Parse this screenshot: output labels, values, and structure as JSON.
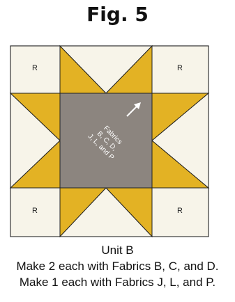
{
  "figure": {
    "title": "Fig. 5"
  },
  "block": {
    "corner_label": "R",
    "center_label_lines": [
      "Fabrics",
      "B, C, D,",
      "J, L, and P"
    ],
    "colors": {
      "background_cream": "#f7f4e9",
      "star_gold": "#e3b224",
      "center_taupe": "#8c857f",
      "outline": "#222222",
      "arrow": "#ffffff"
    }
  },
  "caption": {
    "line1": "Unit B",
    "line2": "Make 2 each with Fabrics B, C, and D.",
    "line3": "Make 1 each with Fabrics J, L, and P."
  }
}
